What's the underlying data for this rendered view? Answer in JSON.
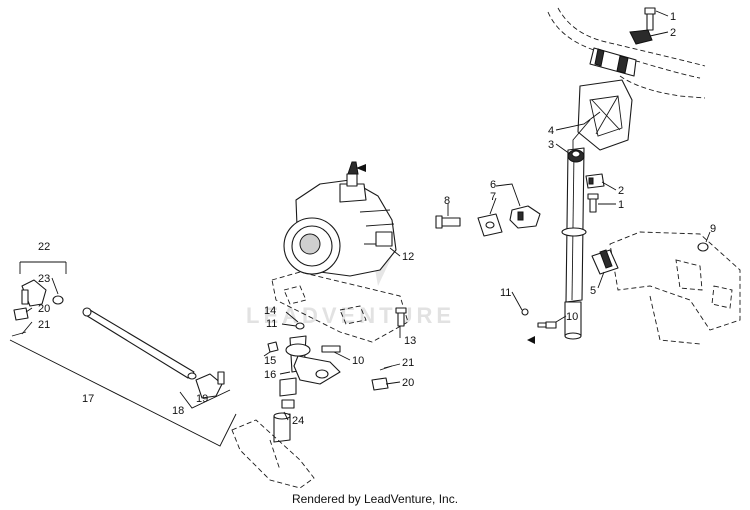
{
  "watermark": "LEADVENTURE",
  "footer": "Rendered by LeadVenture, Inc.",
  "callouts": {
    "c1a": "1",
    "c2a": "2",
    "c4": "4",
    "c3": "3",
    "c2b": "2",
    "c1b": "1",
    "c6": "6",
    "c7": "7",
    "c8": "8",
    "c9": "9",
    "c5": "5",
    "c11r": "11",
    "c10r": "10",
    "c12": "12",
    "c14": "14",
    "c11l": "11",
    "c13": "13",
    "c15": "15",
    "c10l": "10",
    "c16": "16",
    "c21r": "21",
    "c20r": "20",
    "c24": "24",
    "c22": "22",
    "c23": "23",
    "c20l": "20",
    "c21l": "21",
    "c17": "17",
    "c18": "18",
    "c19": "19"
  },
  "colors": {
    "line": "#1a1a1a",
    "dark": "#2b2b2b",
    "watermark": "#e2e2e2"
  }
}
